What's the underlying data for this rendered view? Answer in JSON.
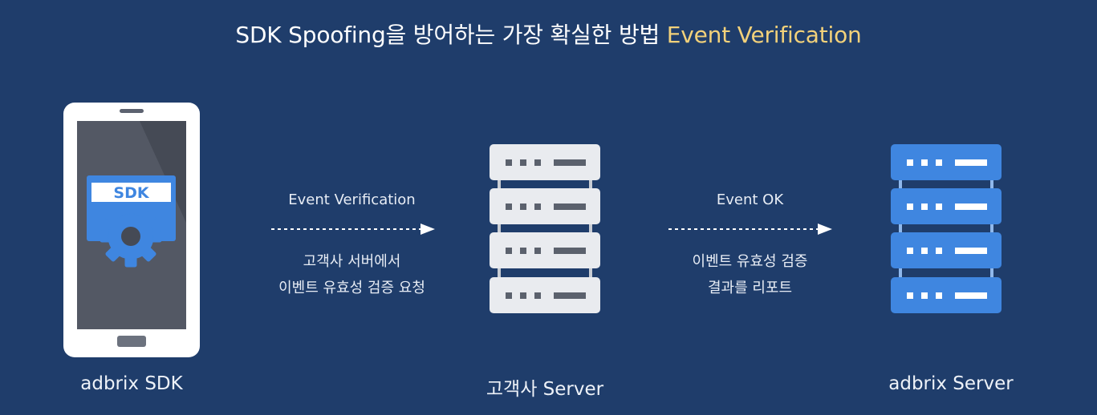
{
  "title": {
    "main": "SDK Spoofing을 방어하는 가장 확실한 방법",
    "highlight": "Event Verification"
  },
  "colors": {
    "background": "#1f3d6b",
    "highlight": "#f2d17a",
    "sdk_blue": "#3f86e0",
    "client_server": "#e9ebef",
    "adbrix_server": "#3f86e0"
  },
  "phone": {
    "badge_text": "SDK",
    "caption": "adbrix SDK",
    "icon": "gear-icon"
  },
  "arrow1": {
    "label": "Event Verification",
    "desc_line1": "고객사 서버에서",
    "desc_line2": "이벤트 유효성 검증 요청"
  },
  "client_server": {
    "caption": "고객사 Server",
    "icon": "server-stack-icon"
  },
  "arrow2": {
    "label": "Event OK",
    "desc_line1": "이벤트 유효성 검증",
    "desc_line2": "결과를 리포트"
  },
  "adbrix_server": {
    "caption": "adbrix Server",
    "icon": "server-stack-icon"
  }
}
